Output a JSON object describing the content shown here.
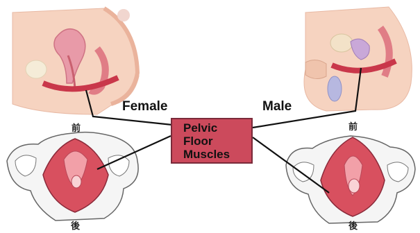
{
  "labels": {
    "female": "Female",
    "male": "Male",
    "center_lines": [
      "Pelvic",
      "Floor",
      "Muscles"
    ],
    "front_glyph": "前",
    "back_glyph": "後"
  },
  "colors": {
    "skin": "#f6d3c0",
    "muscle": "#d8505f",
    "muscle_light": "#f2a0a8",
    "box_fill": "#cc4a5c",
    "bone": "#f4f4f4",
    "pointer": "#111111"
  }
}
